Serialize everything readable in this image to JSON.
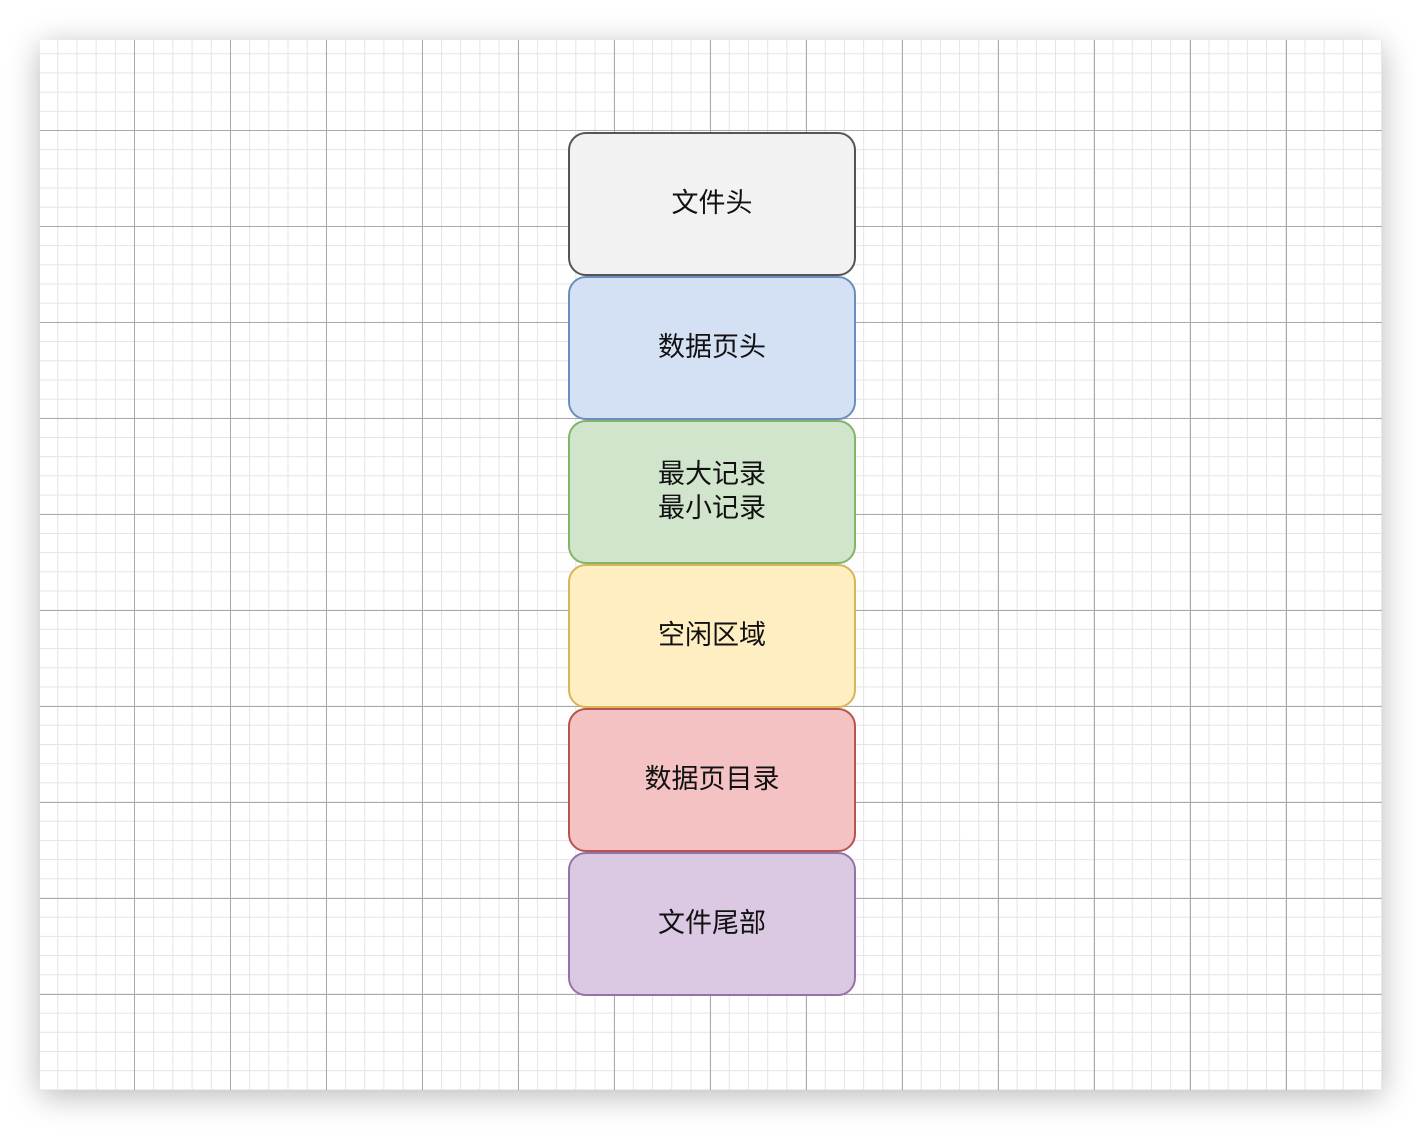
{
  "diagram": {
    "blocks": [
      {
        "label": "文件头",
        "fill": "#f2f2f2",
        "stroke": "#555555"
      },
      {
        "label": "数据页头",
        "fill": "#d4e1f5",
        "stroke": "#6c8ebf"
      },
      {
        "label": "最大记录\n最小记录",
        "fill": "#d1e5cc",
        "stroke": "#82b366"
      },
      {
        "label": "空闲区域",
        "fill": "#ffeec2",
        "stroke": "#d6b656"
      },
      {
        "label": "数据页目录",
        "fill": "#f4c2c2",
        "stroke": "#b85450"
      },
      {
        "label": "文件尾部",
        "fill": "#dbc9e3",
        "stroke": "#9673a6"
      }
    ]
  }
}
